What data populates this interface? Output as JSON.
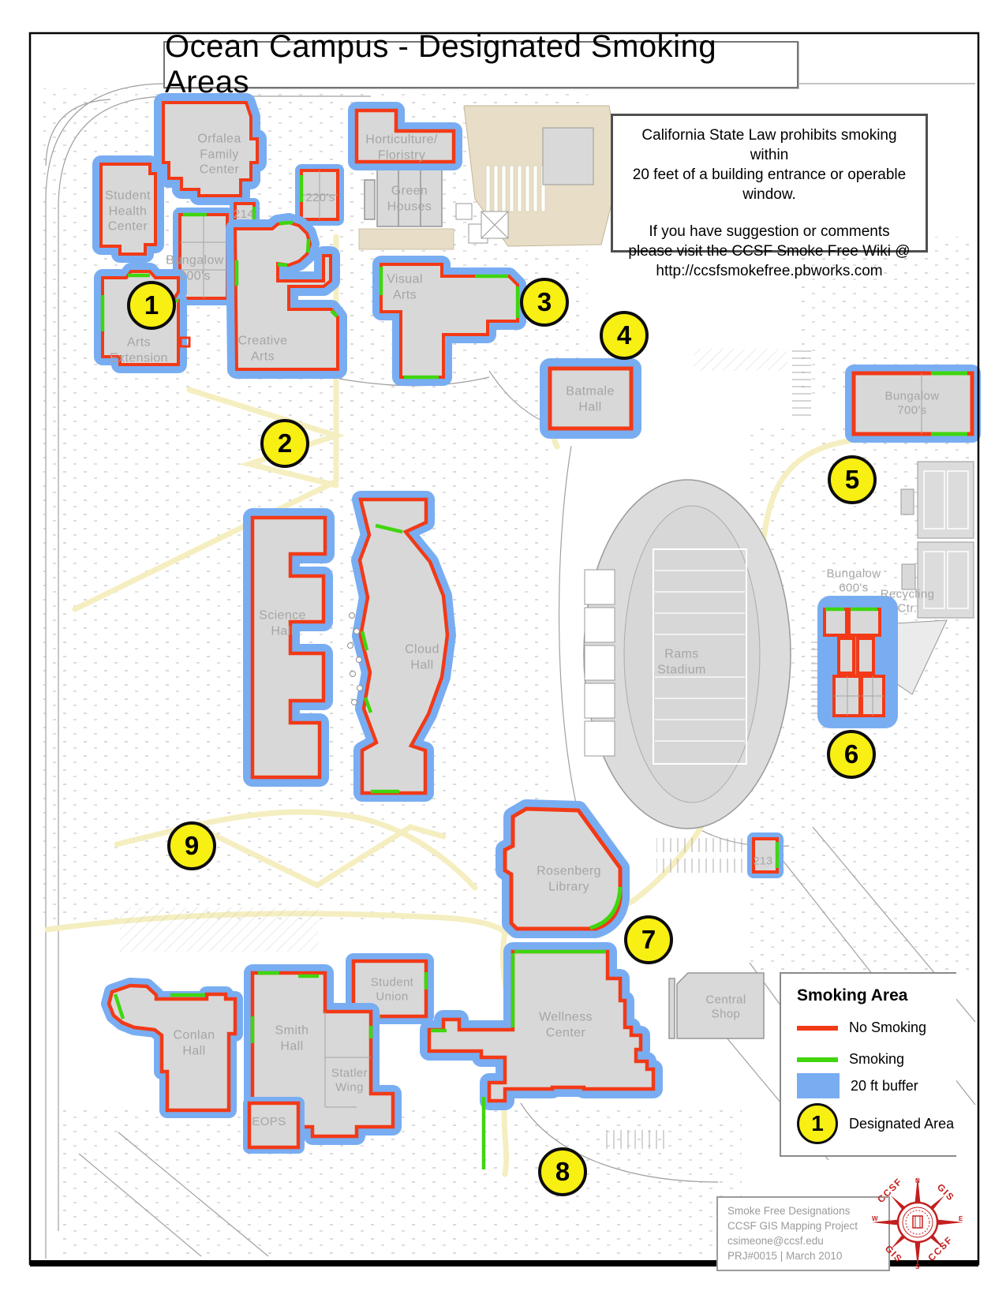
{
  "page": {
    "title": "Ocean Campus - Designated Smoking Areas"
  },
  "notice": {
    "paragraph1": "California State Law prohibits smoking within\n20 feet of a building entrance or operable\nwindow.",
    "paragraph2": "If you have suggestion or comments\nplease visit the CCSF Smoke Free Wiki @\nhttp://ccsfsmokefree.pbworks.com"
  },
  "legend": {
    "title": "Smoking Area",
    "no_smoking_label": "No Smoking",
    "smoking_label": "Smoking",
    "buffer_label": "20 ft buffer",
    "designated_label": "Designated Area",
    "designated_number": "1",
    "colors": {
      "no_smoking": "#F23A17",
      "smoking": "#3FD60E",
      "buffer": "#79ADF2",
      "designated_fill": "#F8EF13"
    }
  },
  "credits": {
    "lines": [
      "Smoke Free Designations",
      "CCSF GIS Mapping Project",
      "csimeone@ccsf.edu",
      "PRJ#0015 | March 2010"
    ]
  },
  "compass": {
    "org": "CCSF",
    "dept": "GIS",
    "north": "N",
    "east": "E",
    "south": "S",
    "west": "W"
  },
  "map": {
    "buildings": [
      {
        "name": "orfalea-family-center",
        "label": "Orfalea\nFamily\nCenter"
      },
      {
        "name": "student-health-center",
        "label": "Student\nHealth\nCenter"
      },
      {
        "name": "bungalow-200s",
        "label": "Bungalow\n200's"
      },
      {
        "name": "building-214",
        "label": "214"
      },
      {
        "name": "building-220s",
        "label": "220's"
      },
      {
        "name": "horticulture-floristry",
        "label": "Horticulture/\nFloristry"
      },
      {
        "name": "green-houses",
        "label": "Green\nHouses"
      },
      {
        "name": "visual-arts",
        "label": "Visual\nArts"
      },
      {
        "name": "creative-arts",
        "label": "Creative\nArts"
      },
      {
        "name": "arts-extension",
        "label": "Arts\nExtension"
      },
      {
        "name": "batmale-hall",
        "label": "Batmale\nHall"
      },
      {
        "name": "bungalow-700s",
        "label": "Bungalow\n700's"
      },
      {
        "name": "science-hall",
        "label": "Science\nHall"
      },
      {
        "name": "cloud-hall",
        "label": "Cloud\nHall"
      },
      {
        "name": "rams-stadium",
        "label": "Rams\nStadium"
      },
      {
        "name": "bungalow-600s",
        "label": "Bungalow\n600's"
      },
      {
        "name": "recycling-ctr",
        "label": "Recycling\nCtr."
      },
      {
        "name": "rosenberg-library",
        "label": "Rosenberg\nLibrary"
      },
      {
        "name": "building-213",
        "label": "213"
      },
      {
        "name": "central-shop",
        "label": "Central\nShop"
      },
      {
        "name": "student-union",
        "label": "Student\nUnion"
      },
      {
        "name": "conlan-hall",
        "label": "Conlan\nHall"
      },
      {
        "name": "smith-hall",
        "label": "Smith\nHall"
      },
      {
        "name": "statler-wing",
        "label": "Statler\nWing"
      },
      {
        "name": "eops",
        "label": "EOPS"
      },
      {
        "name": "wellness-center",
        "label": "Wellness\nCenter"
      }
    ],
    "designated_areas": [
      {
        "number": "1"
      },
      {
        "number": "2"
      },
      {
        "number": "3"
      },
      {
        "number": "4"
      },
      {
        "number": "5"
      },
      {
        "number": "6"
      },
      {
        "number": "7"
      },
      {
        "number": "8"
      },
      {
        "number": "9"
      }
    ]
  }
}
